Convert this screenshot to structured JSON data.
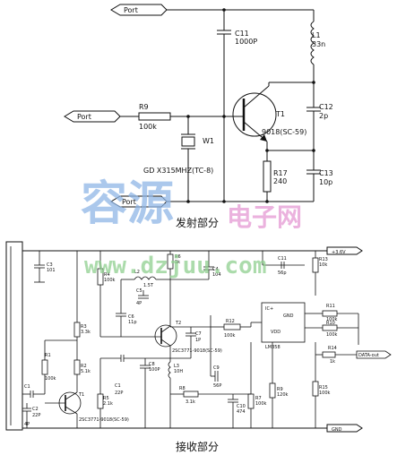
{
  "sections": {
    "transmit_title": "发射部分",
    "receive_title": "接收部分"
  },
  "watermark": {
    "brand_blue": "容源",
    "brand_pink": "电子网",
    "url": "www.dzjuu.com"
  },
  "ports": {
    "top": "Port",
    "mid": "Port",
    "bottom": "Port"
  },
  "tx": {
    "c11": "C11",
    "c11v": "1000P",
    "l1": "L1",
    "l1v": "33n",
    "r9": "R9",
    "r9v": "100k",
    "t1": "T1",
    "t1v": "9018(SC-59)",
    "c12": "C12",
    "c12v": "2p",
    "w1": "W1",
    "w1v": "GD X315MHZ(TC-8)",
    "r17": "R17",
    "r17v": "240",
    "c13": "C13",
    "c13v": "10p"
  },
  "rx": {
    "vcc": "+3.6V",
    "gnd": "GND",
    "data": "DATA-out",
    "c3": "C3",
    "c3v": "101",
    "r6": "R6",
    "r6v": "1k",
    "c4": "C4",
    "c4v": "104",
    "c11": "C11",
    "c11v": "56p",
    "r11": "R11",
    "r11v": "100k",
    "r10": "R10",
    "r10v": "100k",
    "r13": "R13",
    "r13v": "10k",
    "l2": "L2",
    "l2v": "1.5T",
    "c5": "C5",
    "c5v": "4P",
    "r4": "R4",
    "r4v": "100k",
    "ic": "IC+",
    "ic_gnd": "GND",
    "ic_vdd": "VDD",
    "ic_part": "LM358",
    "c6": "C6",
    "c6v": "11p",
    "t2": "T2",
    "c7": "C7",
    "c7v": "1P",
    "r12": "R12",
    "r12v": "100k",
    "r14": "R14",
    "r14v": "1k",
    "r3": "R3",
    "r3v": "3.3k",
    "c8": "C8",
    "c8v": "100P",
    "l3": "L3",
    "l3v": "10H",
    "r5": "R5",
    "r5v": "2.1k",
    "c9": "C9",
    "c9v": "56P",
    "r7": "R7",
    "r7v": "100k",
    "r8": "R8",
    "r8v": "3.1k",
    "c10": "C10",
    "c10v": "474",
    "r9": "R9",
    "r9v": "120k",
    "r15": "R15",
    "r15v": "100k",
    "r1": "R1",
    "r1v": "100k",
    "r2": "R2",
    "r2v": "5.1k",
    "c1": "C1",
    "c1v": "22P",
    "c2": "C2",
    "c2v": "22P",
    "t1": "T1",
    "t1v": "2SC3771-9018(SC-59)",
    "t2v": "2SC3771-9018(SC-59)",
    "cext": "C1",
    "cextv": "4P"
  },
  "colors": {
    "line": "#111111",
    "watermark_blue": "#8fb6e6",
    "watermark_pink": "#e7a0d6",
    "watermark_green": "#8fd08f"
  }
}
